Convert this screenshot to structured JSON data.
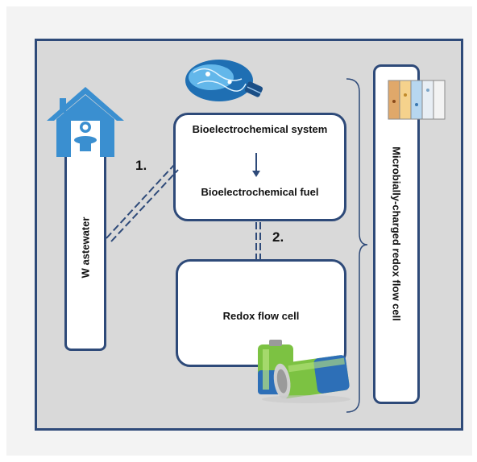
{
  "labels": {
    "wastewater": "W astewater",
    "bes_system": "Bioelectrochemical system",
    "bes_fuel": "Bioelectrochemical fuel",
    "redox_flow_cell": "Redox flow cell",
    "mcrfc": "Microbially-charged  redox flow cell",
    "step1": "1.",
    "step2": "2."
  },
  "colors": {
    "frame": "#2e4a79",
    "house": "#3a8fd0",
    "battery_green": "#7cc242",
    "battery_blue": "#2d6fb7",
    "panel": "#d9d9d9"
  },
  "icons": [
    "house-toilet-icon",
    "lightbulb-bacteria-icon",
    "flow-cell-stack-icon",
    "battery-icon"
  ]
}
